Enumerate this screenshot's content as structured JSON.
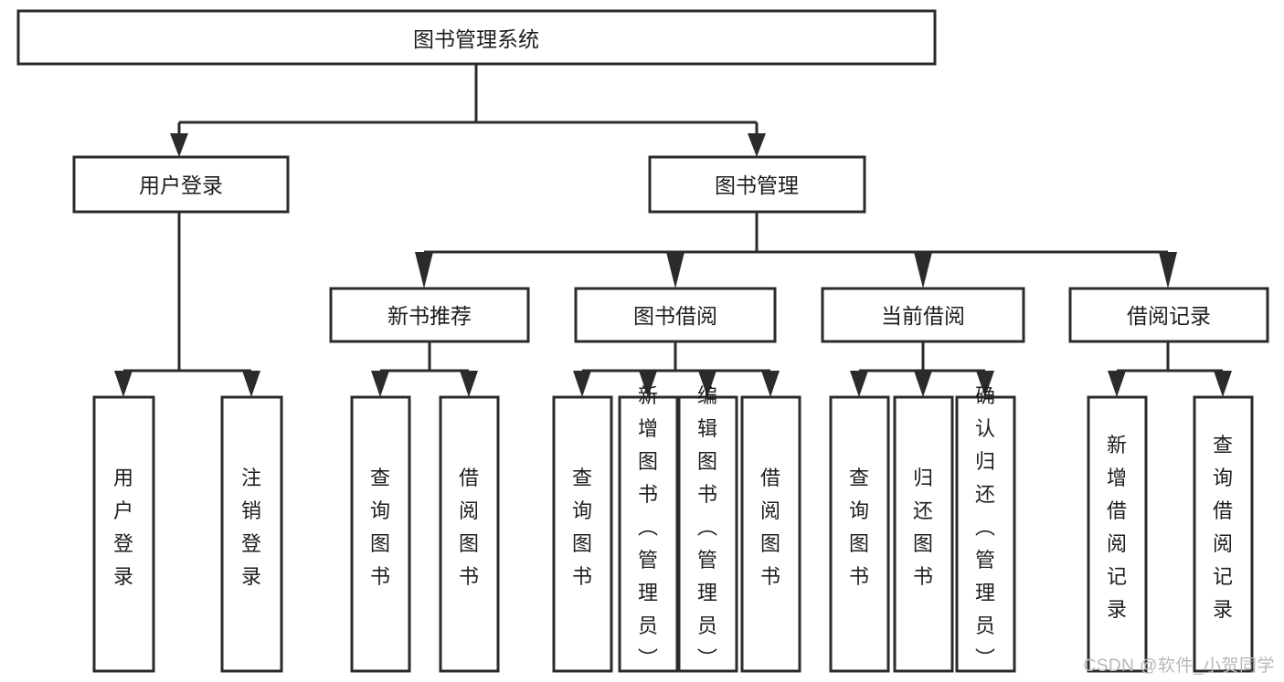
{
  "diagram": {
    "title": "图书管理系统",
    "type": "tree",
    "orientation": "top-down",
    "colors": {
      "box_fill": "#ffffff",
      "box_stroke": "#2b2b2b",
      "text": "#1d1d1d",
      "background": "#ffffff",
      "watermark": "#b8b8b8"
    },
    "levels": [
      {
        "level": 1,
        "nodes": [
          {
            "id": "root",
            "label": "图书管理系统",
            "orientation": "horizontal"
          }
        ]
      },
      {
        "level": 2,
        "nodes": [
          {
            "id": "login",
            "label": "用户登录",
            "orientation": "horizontal",
            "parent": "root"
          },
          {
            "id": "bookmgmt",
            "label": "图书管理",
            "orientation": "horizontal",
            "parent": "root"
          }
        ]
      },
      {
        "level": 3,
        "nodes": [
          {
            "id": "newbook",
            "label": "新书推荐",
            "orientation": "horizontal",
            "parent": "bookmgmt"
          },
          {
            "id": "borrow",
            "label": "图书借阅",
            "orientation": "horizontal",
            "parent": "bookmgmt"
          },
          {
            "id": "current",
            "label": "当前借阅",
            "orientation": "horizontal",
            "parent": "bookmgmt"
          },
          {
            "id": "records",
            "label": "借阅记录",
            "orientation": "horizontal",
            "parent": "bookmgmt"
          }
        ]
      },
      {
        "level": 4,
        "nodes": [
          {
            "id": "leaf-user-login",
            "label": "用户登录",
            "orientation": "vertical",
            "parent": "login"
          },
          {
            "id": "leaf-user-logout",
            "label": "注销登录",
            "orientation": "vertical",
            "parent": "login"
          },
          {
            "id": "leaf-query-book-1",
            "label": "查询图书",
            "orientation": "vertical",
            "parent": "newbook"
          },
          {
            "id": "leaf-borrow-book-1",
            "label": "借阅图书",
            "orientation": "vertical",
            "parent": "newbook"
          },
          {
            "id": "leaf-query-book-2",
            "label": "查询图书",
            "orientation": "vertical",
            "parent": "borrow"
          },
          {
            "id": "leaf-add-book",
            "label": "新增图书（管理员）",
            "orientation": "vertical",
            "parent": "borrow"
          },
          {
            "id": "leaf-edit-book",
            "label": "编辑图书（管理员）",
            "orientation": "vertical",
            "parent": "borrow"
          },
          {
            "id": "leaf-borrow-book-2",
            "label": "借阅图书",
            "orientation": "vertical",
            "parent": "borrow"
          },
          {
            "id": "leaf-query-book-3",
            "label": "查询图书",
            "orientation": "vertical",
            "parent": "current"
          },
          {
            "id": "leaf-return-book",
            "label": "归还图书",
            "orientation": "vertical",
            "parent": "current"
          },
          {
            "id": "leaf-confirm-return",
            "label": "确认归还（管理员）",
            "orientation": "vertical",
            "parent": "current"
          },
          {
            "id": "leaf-add-record",
            "label": "新增借阅记录",
            "orientation": "vertical",
            "parent": "records"
          },
          {
            "id": "leaf-query-record",
            "label": "查询借阅记录",
            "orientation": "vertical",
            "parent": "records"
          }
        ]
      }
    ]
  },
  "watermark": {
    "text": "CSDN @软件_小贺同学"
  }
}
